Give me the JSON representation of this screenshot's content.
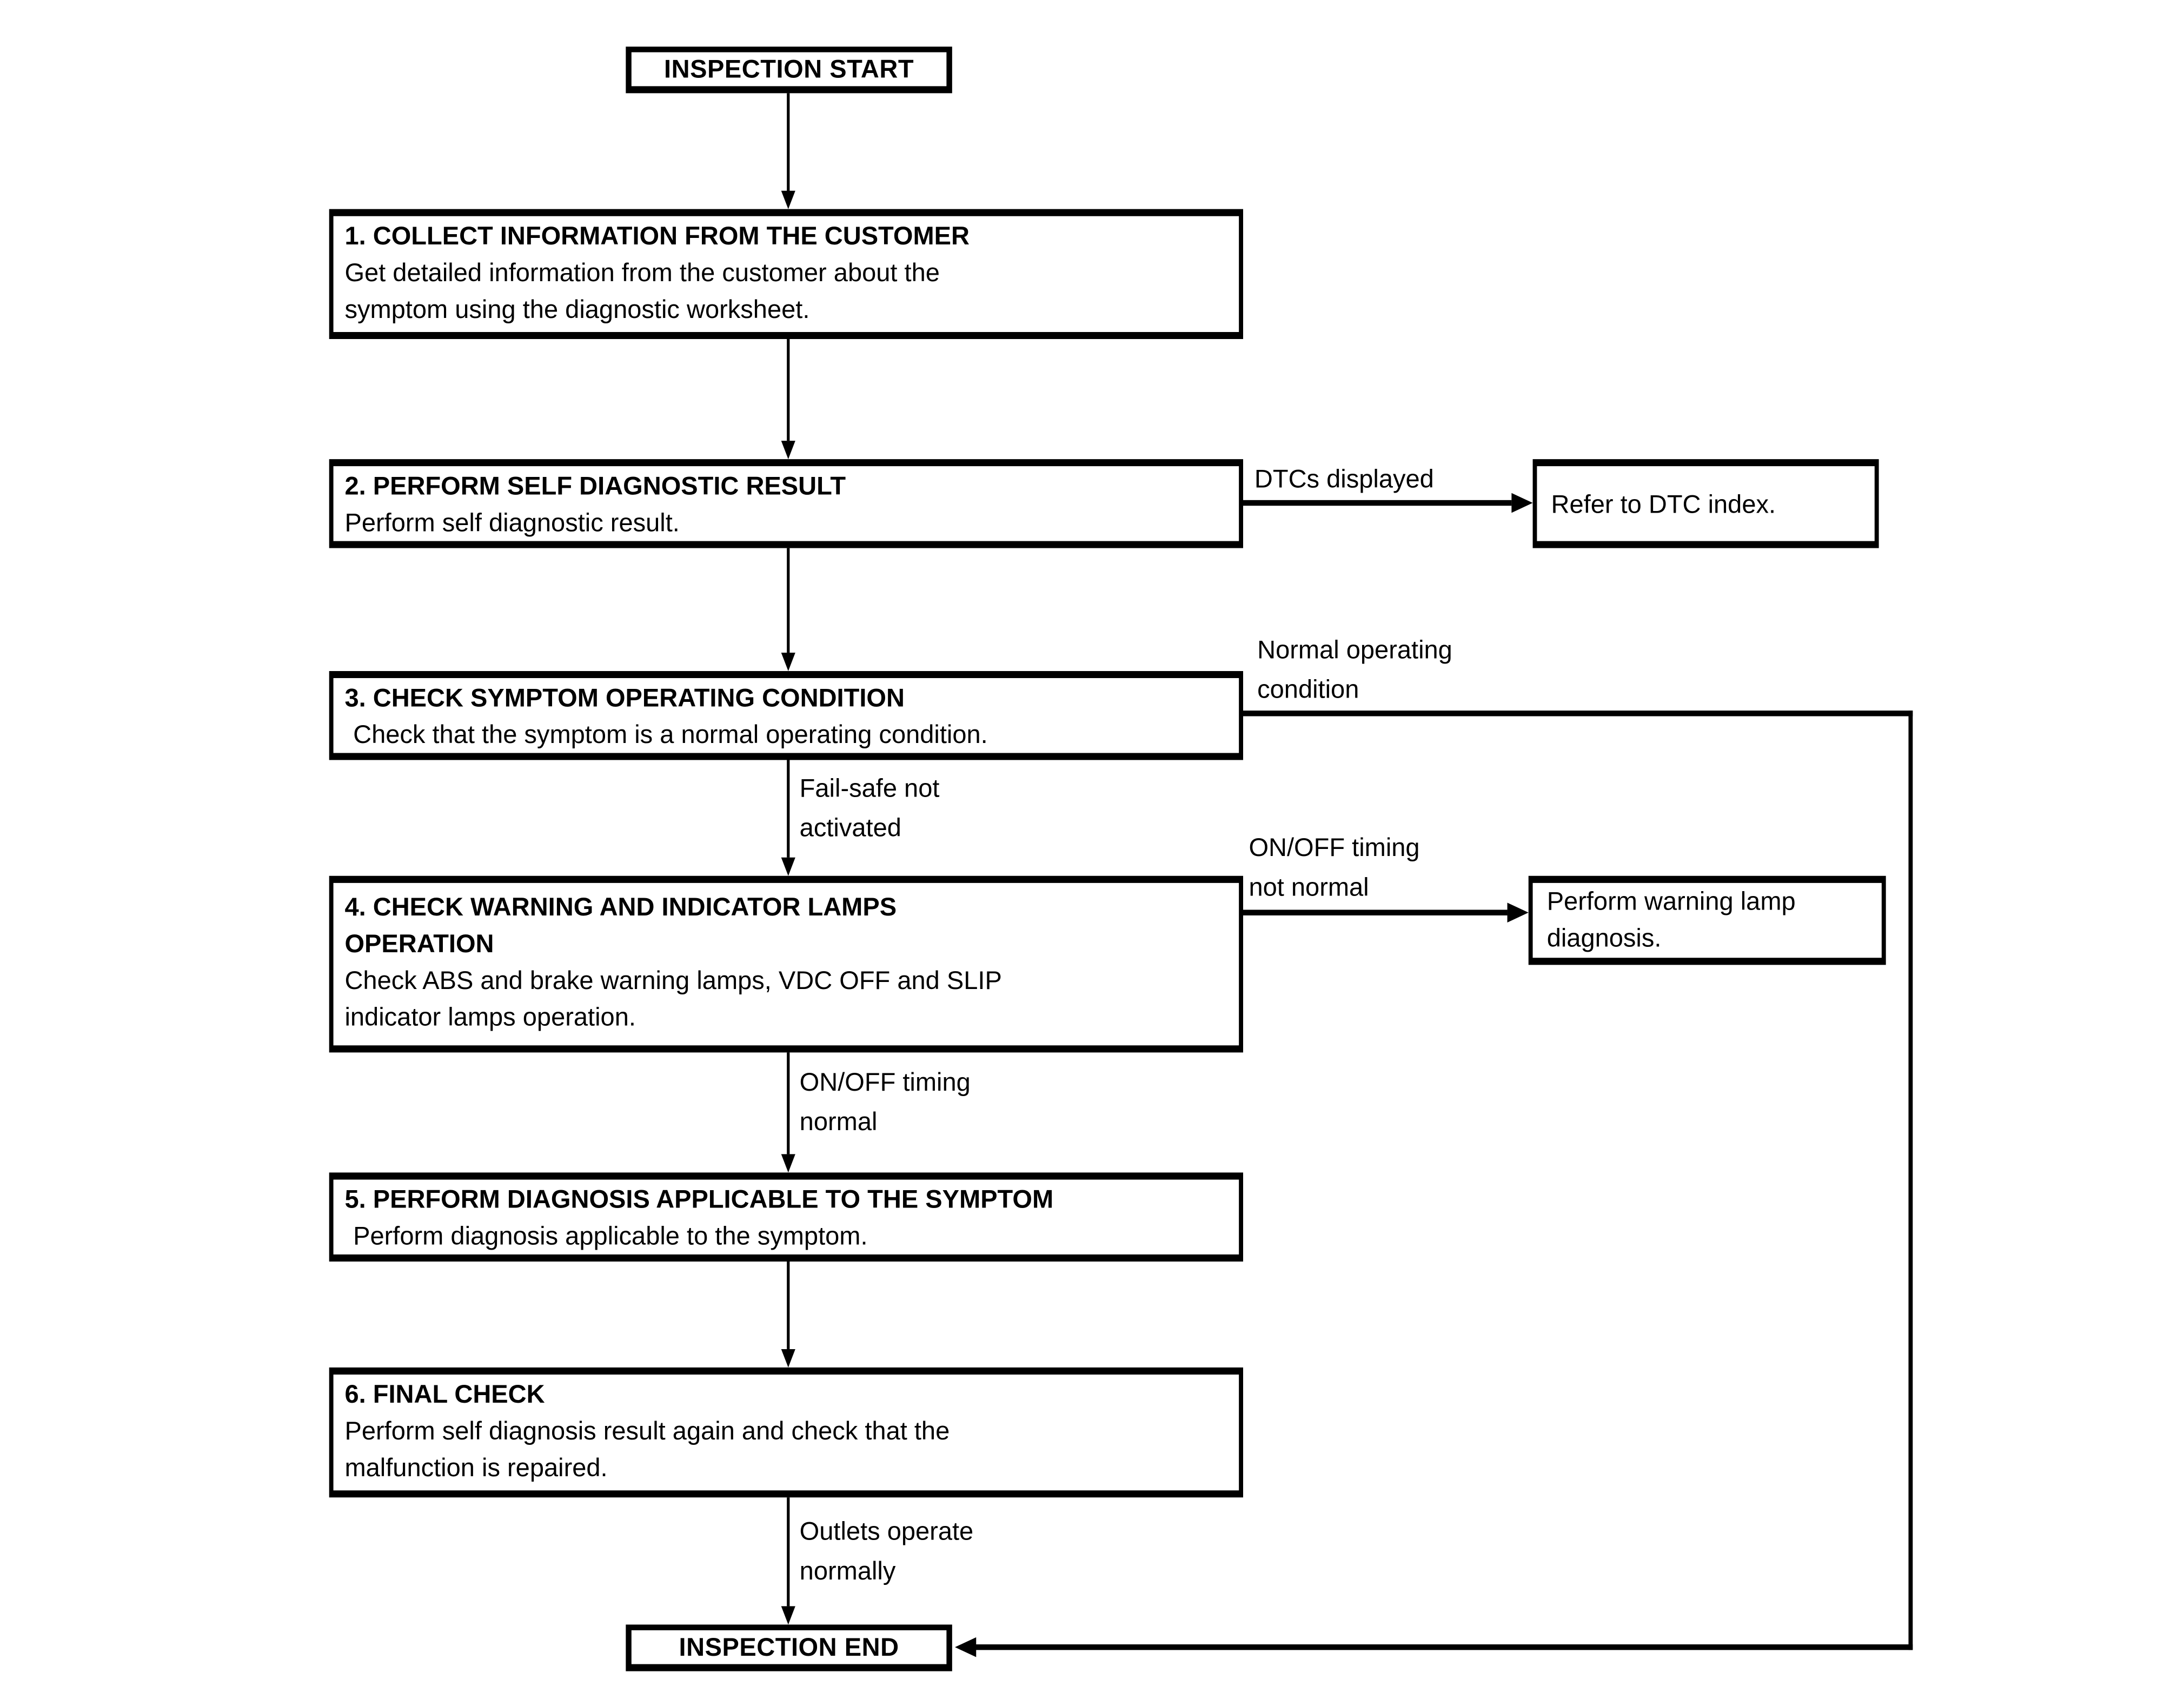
{
  "diagram": {
    "background_color": "#ffffff",
    "line_color": "#000000",
    "start": {
      "label": "INSPECTION START"
    },
    "end": {
      "label": "INSPECTION END"
    },
    "steps": [
      {
        "title_lines": [
          "1. COLLECT INFORMATION FROM THE CUSTOMER"
        ],
        "body_lines": [
          "Get detailed information from the customer about the",
          "symptom using the diagnostic worksheet."
        ]
      },
      {
        "title_lines": [
          "2. PERFORM SELF DIAGNOSTIC RESULT"
        ],
        "body_lines": [
          "Perform self diagnostic result."
        ]
      },
      {
        "title_lines": [
          "3. CHECK SYMPTOM OPERATING CONDITION"
        ],
        "body_lines": [
          "Check that the symptom is a normal operating condition."
        ]
      },
      {
        "title_lines": [
          "4. CHECK WARNING AND INDICATOR LAMPS",
          "OPERATION"
        ],
        "body_lines": [
          "Check ABS and brake warning lamps, VDC OFF and SLIP",
          "indicator lamps operation."
        ]
      },
      {
        "title_lines": [
          "5. PERFORM DIAGNOSIS APPLICABLE TO THE SYMPTOM"
        ],
        "body_lines": [
          "Perform diagnosis applicable to the symptom."
        ]
      },
      {
        "title_lines": [
          "6. FINAL CHECK"
        ],
        "body_lines": [
          "Perform self diagnosis result again and check that the",
          "malfunction is repaired."
        ]
      }
    ],
    "side_boxes": [
      {
        "lines": [
          "Refer to DTC index."
        ]
      },
      {
        "lines": [
          "Perform warning lamp",
          "diagnosis."
        ]
      }
    ],
    "edge_labels": {
      "dtcs_displayed": {
        "lines": [
          "DTCs displayed"
        ]
      },
      "normal_operating": {
        "lines": [
          "Normal operating",
          "condition"
        ]
      },
      "fail_safe": {
        "lines": [
          "Fail-safe not",
          "activated"
        ]
      },
      "onoff_not_normal": {
        "lines": [
          "ON/OFF timing",
          "not normal"
        ]
      },
      "onoff_normal": {
        "lines": [
          "ON/OFF timing",
          "normal"
        ]
      },
      "outlets": {
        "lines": [
          "Outlets operate",
          "normally"
        ]
      }
    }
  }
}
